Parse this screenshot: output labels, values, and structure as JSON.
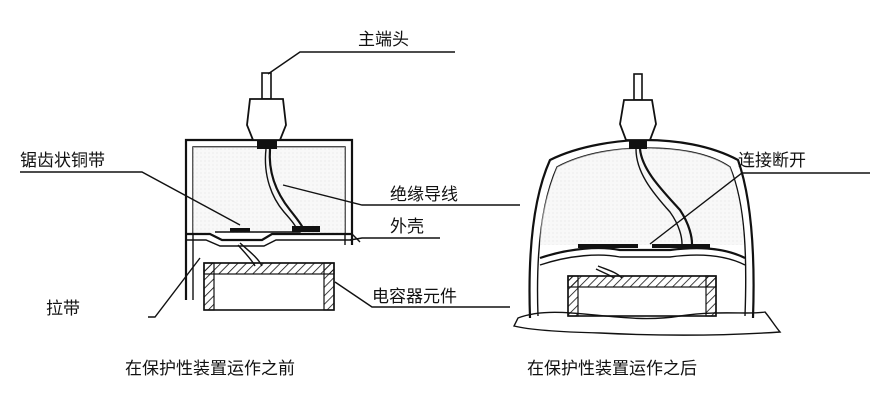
{
  "labels": {
    "main_terminal": "主端头",
    "serrated_copper_strip": "锯齿状铜带",
    "insulated_wire": "绝缘导线",
    "shell": "外壳",
    "pull_strap": "拉带",
    "capacitor_element": "电容器元件",
    "connection_break": "连接断开"
  },
  "captions": {
    "before": "在保护性装置运作之前",
    "after": "在保护性装置运作之后"
  },
  "colors": {
    "line": "#111111",
    "hatch": "#111111",
    "fill_light": "#eeeeee"
  }
}
